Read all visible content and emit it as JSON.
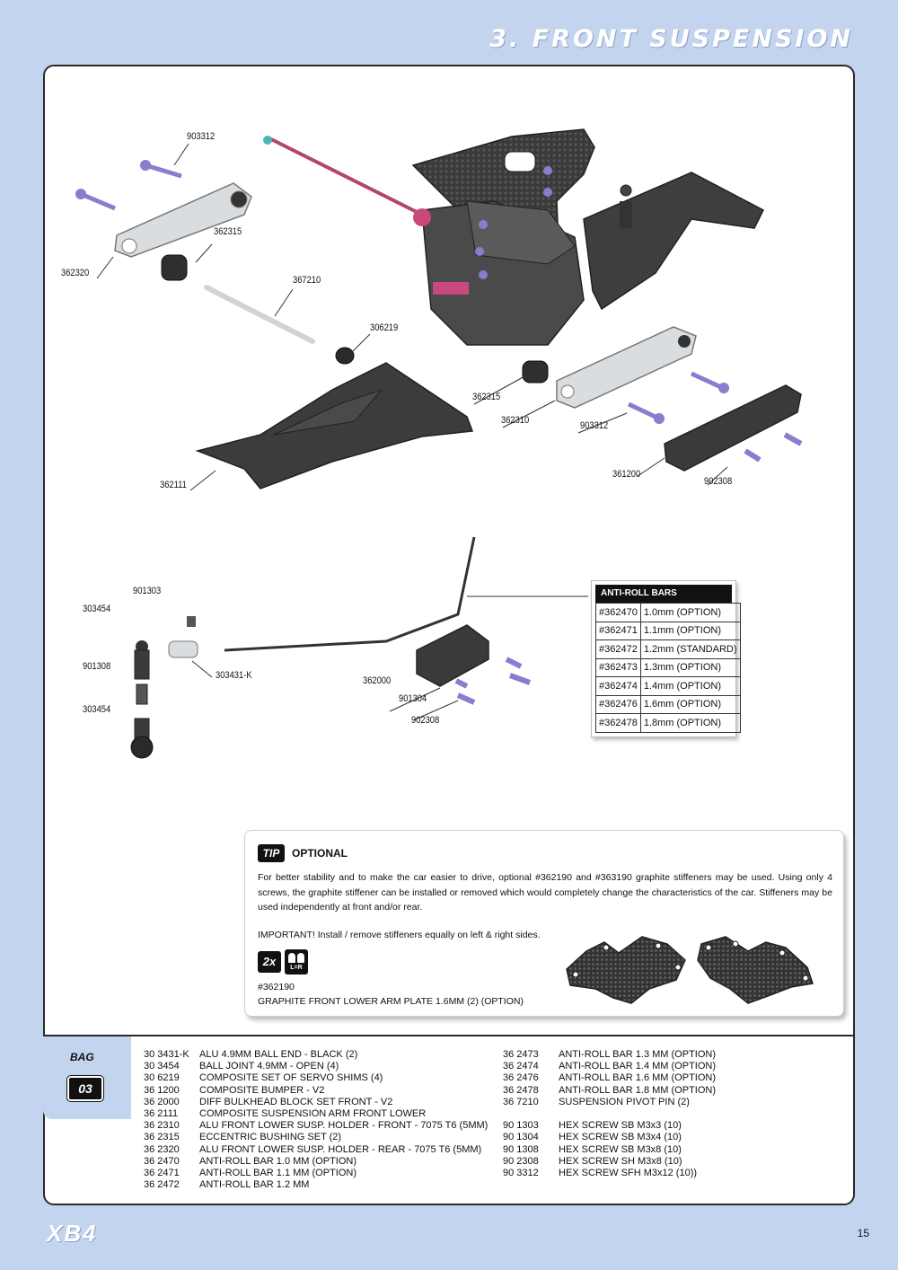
{
  "header": {
    "title": "3. FRONT SUSPENSION"
  },
  "diagram": {
    "labels": [
      "903312",
      "362315",
      "362320",
      "367210",
      "306219",
      "362315",
      "362310",
      "903312",
      "362111",
      "361200",
      "902308",
      "901303",
      "303454",
      "901308",
      "303454",
      "303431-K",
      "362000",
      "901304",
      "902308"
    ]
  },
  "anti_roll": {
    "title": "ANTI-ROLL BARS",
    "rows": [
      {
        "part": "#362470",
        "spec": "1.0mm (OPTION)"
      },
      {
        "part": "#362471",
        "spec": "1.1mm (OPTION)"
      },
      {
        "part": "#362472",
        "spec": "1.2mm (STANDARD)"
      },
      {
        "part": "#362473",
        "spec": "1.3mm (OPTION)"
      },
      {
        "part": "#362474",
        "spec": "1.4mm (OPTION)"
      },
      {
        "part": "#362476",
        "spec": "1.6mm (OPTION)"
      },
      {
        "part": "#362478",
        "spec": "1.8mm (OPTION)"
      }
    ]
  },
  "tip": {
    "badge": "TIP",
    "title": "OPTIONAL",
    "body": "For better stability and to make the car easier to drive, optional #362190 and #363190 graphite stiffeners may be used. Using only 4 screws, the graphite stiffener  can be installed or removed which would completely change the characteristics of the car. Stiffeners may be used independently at front and/or rear.",
    "important": "IMPORTANT!   Install / remove stiffeners equally on left & right sides.",
    "qty": "2x",
    "lr": "L=R",
    "part_no": "#362190",
    "part_name": "GRAPHITE FRONT LOWER ARM PLATE 1.6MM (2) (OPTION)"
  },
  "bag": {
    "label": "BAG",
    "number": "03"
  },
  "parts_left": [
    {
      "code": "30 3431-K",
      "desc": "ALU 4.9MM BALL END - BLACK (2)"
    },
    {
      "code": "30 3454",
      "desc": "BALL JOINT 4.9MM - OPEN (4)"
    },
    {
      "code": "30 6219",
      "desc": "COMPOSITE SET OF SERVO SHIMS (4)"
    },
    {
      "code": "36 1200",
      "desc": "COMPOSITE BUMPER - V2"
    },
    {
      "code": "36 2000",
      "desc": "DIFF BULKHEAD BLOCK SET FRONT - V2"
    },
    {
      "code": "36 2111",
      "desc": "COMPOSITE SUSPENSION ARM FRONT LOWER"
    },
    {
      "code": "36 2310",
      "desc": "ALU FRONT LOWER SUSP. HOLDER - FRONT - 7075 T6 (5MM)"
    },
    {
      "code": "36 2315",
      "desc": "ECCENTRIC BUSHING SET (2)"
    },
    {
      "code": "36 2320",
      "desc": "ALU FRONT LOWER SUSP. HOLDER - REAR - 7075 T6 (5MM)"
    },
    {
      "code": "36 2470",
      "desc": "ANTI-ROLL BAR 1.0 MM (OPTION)"
    },
    {
      "code": "36 2471",
      "desc": "ANTI-ROLL BAR 1.1 MM (OPTION)"
    },
    {
      "code": "36 2472",
      "desc": "ANTI-ROLL BAR 1.2 MM"
    }
  ],
  "parts_right": [
    {
      "code": "36 2473",
      "desc": "ANTI-ROLL BAR 1.3 MM (OPTION)"
    },
    {
      "code": "36 2474",
      "desc": "ANTI-ROLL BAR 1.4 MM (OPTION)"
    },
    {
      "code": "36 2476",
      "desc": "ANTI-ROLL BAR 1.6 MM (OPTION)"
    },
    {
      "code": "36 2478",
      "desc": "ANTI-ROLL BAR 1.8 MM (OPTION)"
    },
    {
      "code": "36 7210",
      "desc": "SUSPENSION PIVOT PIN (2)"
    },
    {
      "code": "",
      "desc": ""
    },
    {
      "code": "90 1303",
      "desc": "HEX SCREW  SB M3x3  (10)"
    },
    {
      "code": "90 1304",
      "desc": "HEX SCREW  SB M3x4  (10)"
    },
    {
      "code": "90 1308",
      "desc": "HEX SCREW  SB M3x8  (10)"
    },
    {
      "code": "90 2308",
      "desc": "HEX SCREW  SH M3x8  (10)"
    },
    {
      "code": "90 3312",
      "desc": "HEX SCREW  SFH M3x12  (10))"
    }
  ],
  "footer": {
    "logo": "XB4",
    "page": "15"
  }
}
